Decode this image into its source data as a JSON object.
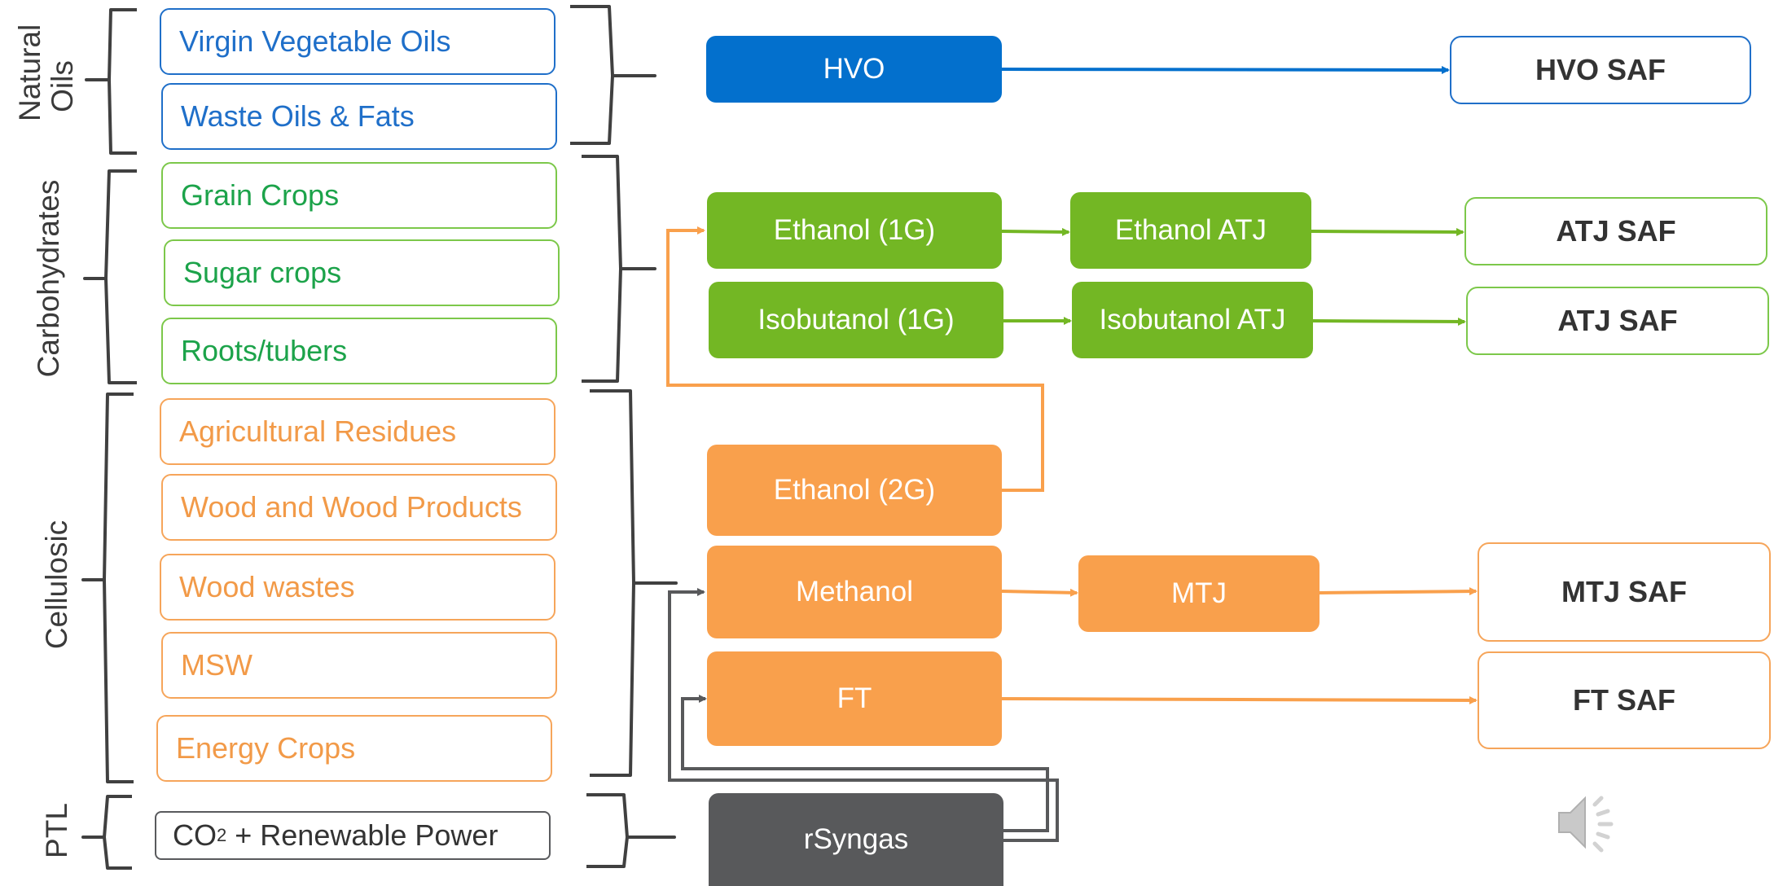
{
  "categories": {
    "natural_oils": [
      "Natural",
      "Oils"
    ],
    "carbohydrates": "Carbohydrates",
    "cellulosic": "Cellulosic",
    "ptl": "PTL"
  },
  "feedstocks": {
    "virgin_veg_oils": "Virgin Vegetable Oils",
    "waste_oils": "Waste Oils & Fats",
    "grain_crops": "Grain Crops",
    "sugar_crops": "Sugar crops",
    "roots_tubers": "Roots/tubers",
    "ag_residues": "Agricultural Residues",
    "wood_products": "Wood and Wood Products",
    "wood_wastes": "Wood wastes",
    "msw": "MSW",
    "energy_crops": "Energy Crops",
    "co2_prefix": "CO",
    "co2_sub": "2",
    "co2_suffix": " + Renewable Power"
  },
  "processes": {
    "hvo": "HVO",
    "ethanol_1g": "Ethanol (1G)",
    "isobutanol_1g": "Isobutanol (1G)",
    "ethanol_atj": "Ethanol ATJ",
    "isobutanol_atj": "Isobutanol ATJ",
    "ethanol_2g": "Ethanol (2G)",
    "methanol": "Methanol",
    "mtj": "MTJ",
    "ft": "FT",
    "rsyngas": "rSyngas"
  },
  "products": {
    "hvo_saf": "HVO SAF",
    "atj_saf_1": "ATJ SAF",
    "atj_saf_2": "ATJ SAF",
    "mtj_saf": "MTJ SAF",
    "ft_saf": "FT SAF"
  },
  "colors": {
    "blue": "#0370cd",
    "green": "#73b724",
    "orange": "#f9a04c",
    "dark_gray": "#58595b",
    "bracket": "#404040"
  },
  "icons": {
    "speaker": "speaker-icon"
  }
}
